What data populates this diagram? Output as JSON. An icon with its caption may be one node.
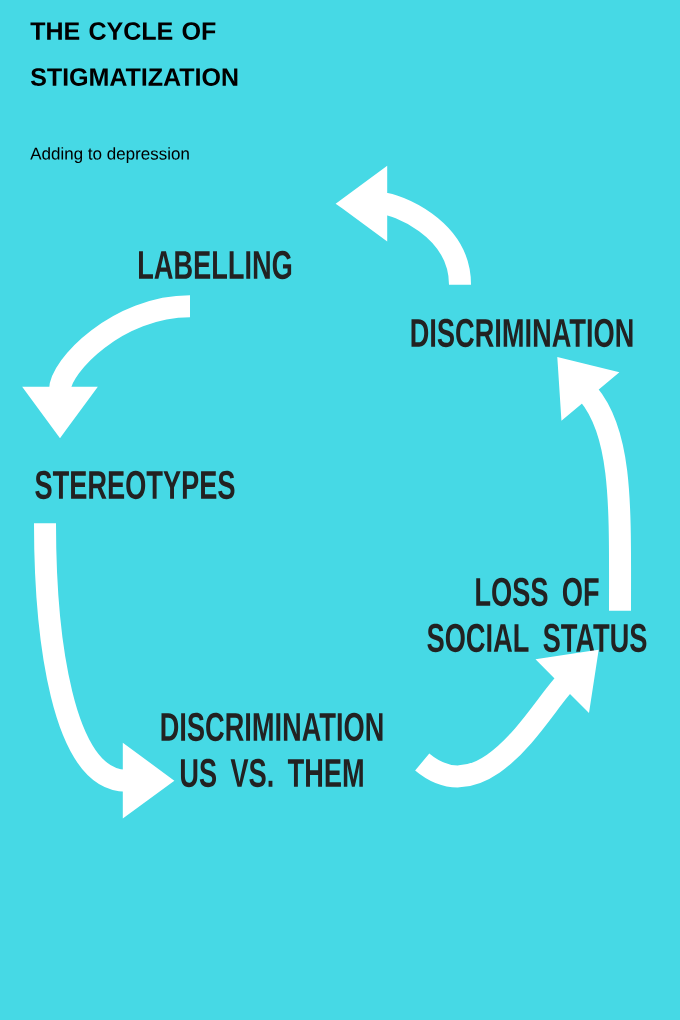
{
  "diagram": {
    "title": "THE CYCLE OF STIGMATIZATION",
    "nodes": [
      {
        "text": [
          "LABELLING"
        ]
      },
      {
        "text": [
          "STEREOTYPES"
        ]
      },
      {
        "text": [
          "DISCRIMINATION US VS. THEM"
        ]
      },
      {
        "text": [
          "LOSS OF SOCIAL STATUS"
        ]
      },
      {
        "text": [
          "DISCRIMINATION"
        ]
      }
    ],
    "edges": [
      {
        "from": 4,
        "to": 0,
        "arrow": "to"
      },
      {
        "from": 0,
        "to": 1,
        "arrow": "to"
      },
      {
        "from": 1,
        "to": 2,
        "arrow": "to"
      },
      {
        "from": 2,
        "to": 3,
        "arrow": "to"
      },
      {
        "from": 3,
        "to": 4,
        "arrow": "to"
      }
    ],
    "labels": [
      "Adding to depression"
    ]
  }
}
